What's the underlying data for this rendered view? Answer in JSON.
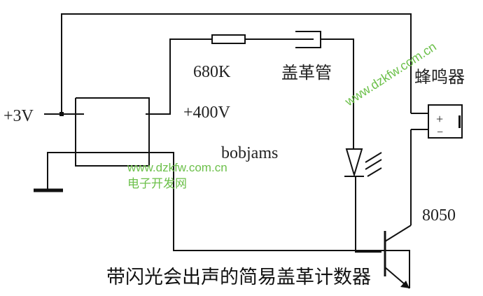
{
  "labels": {
    "supply": "+3V",
    "high_voltage": "+400V",
    "resistor": "680K",
    "geiger_tube": "盖革管",
    "buzzer": "蜂鸣器",
    "buzzer_plus": "+",
    "buzzer_minus": "−",
    "author": "bobjams",
    "transistor": "8050"
  },
  "watermark": {
    "url": "www.dzkfw.com.cn",
    "site_name": "电子开发网",
    "url_rotated": "www.dzkfw.com.cn",
    "color": "#6cc04a"
  },
  "title": "带闪光会出声的简易盖革计数器"
}
